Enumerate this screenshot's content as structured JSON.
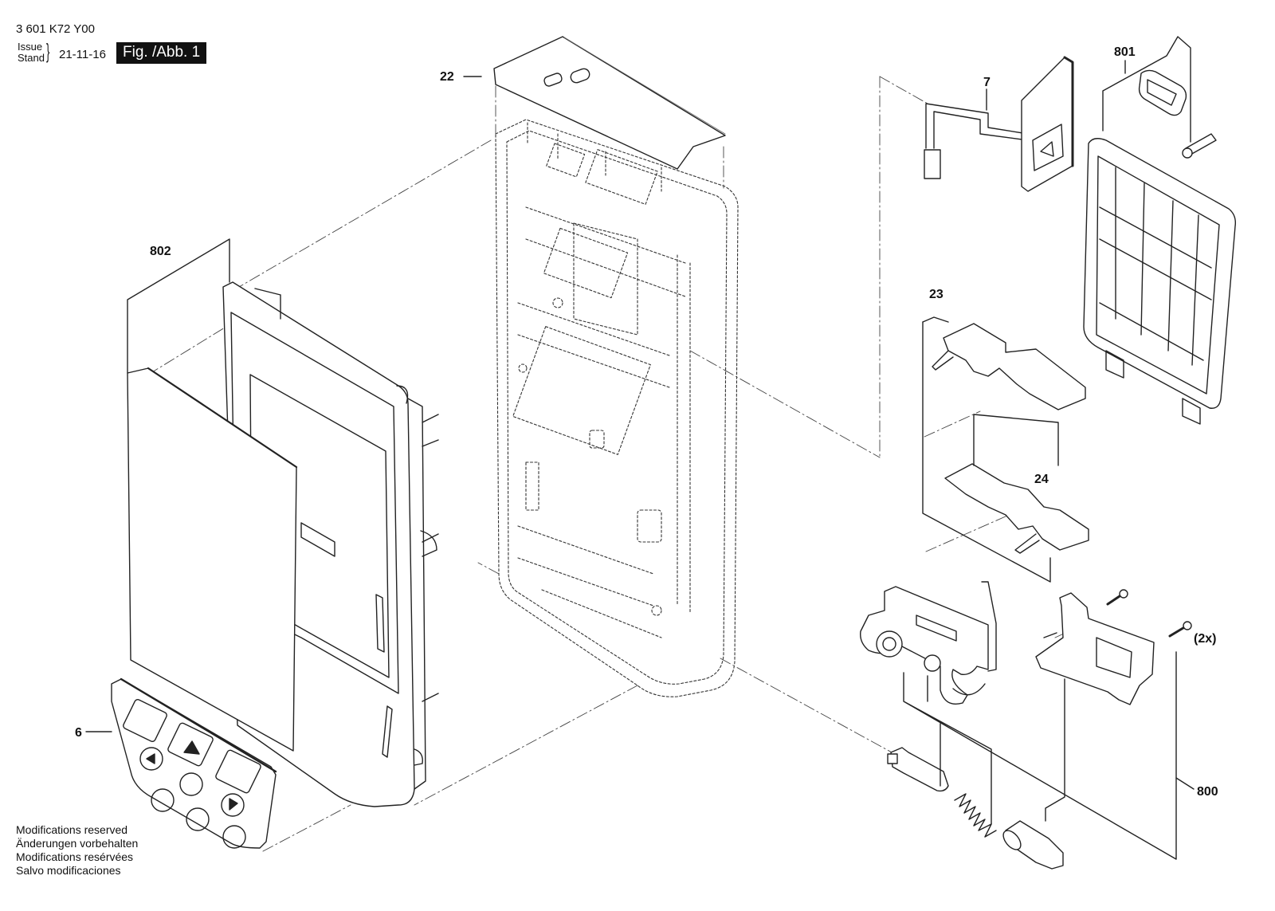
{
  "header": {
    "doc_number": "3 601 K72 Y00",
    "issue_label": "Issue",
    "stand_label": "Stand",
    "issue_date": "21-11-16",
    "figure_label": "Fig. /Abb. 1"
  },
  "notes": [
    "Modifications reserved",
    "Änderungen vorbehalten",
    "Modifications resérvées",
    "Salvo modificaciones"
  ],
  "parts": {
    "p22": "22",
    "p7": "7",
    "p801": "801",
    "p802": "802",
    "p23": "23",
    "p24": "24",
    "p6": "6",
    "p800": "800",
    "qty_2x": "(2x)"
  }
}
